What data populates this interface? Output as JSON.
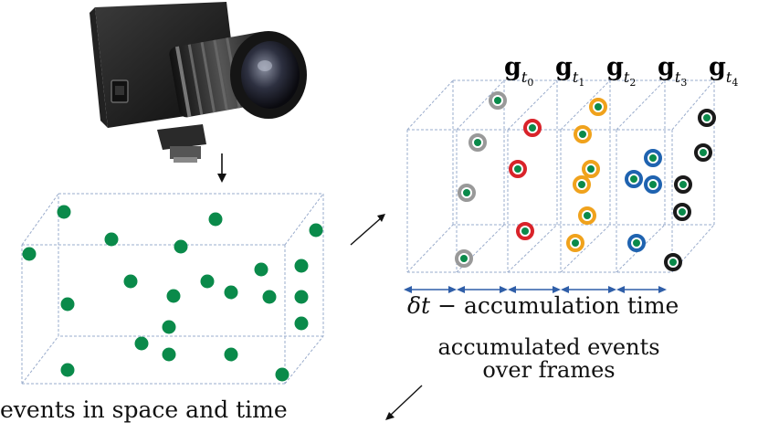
{
  "captions": {
    "events_space_time": "events in space and time",
    "accumulated_line1": "accumulated events",
    "accumulated_line2": "over frames",
    "accumulation_time": "− accumulation time",
    "delta_symbol": "δt"
  },
  "frames": [
    {
      "g": "g",
      "sub": "t",
      "idx": "0"
    },
    {
      "g": "g",
      "sub": "t",
      "idx": "1"
    },
    {
      "g": "g",
      "sub": "t",
      "idx": "2"
    },
    {
      "g": "g",
      "sub": "t",
      "idx": "3"
    },
    {
      "g": "g",
      "sub": "t",
      "idx": "4"
    }
  ],
  "colors": {
    "event_green": "#0a8a4a",
    "frame0_ring": "#999999",
    "frame1_ring": "#d9232a",
    "frame2_ring": "#f0a21c",
    "frame3_ring": "#1f63b0",
    "frame4_ring": "#1a1a1a",
    "box_lines": "#9aaccc",
    "arrow_blue": "#2f5ea8"
  },
  "icons": [
    "event-camera-image",
    "down-arrow",
    "diagonal-arrow-up-right",
    "diagonal-arrow-down-left"
  ]
}
